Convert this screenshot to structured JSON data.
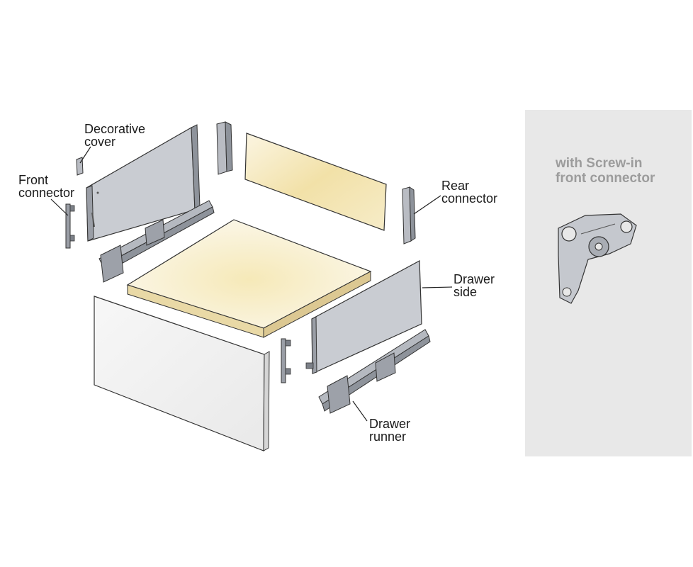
{
  "labels": {
    "decorative_cover": [
      "Decorative",
      "cover"
    ],
    "front_connector": [
      "Front",
      "connector"
    ],
    "rear_connector": [
      "Rear",
      "connector"
    ],
    "drawer_side": [
      "Drawer",
      "side"
    ],
    "drawer_runner": [
      "Drawer",
      "runner"
    ]
  },
  "panel": {
    "caption": [
      "with Screw-in",
      "front connector"
    ]
  },
  "colors": {
    "metal": "#c9ccd2",
    "metal_dark": "#7c8088",
    "wood_panel": "#f3e7bd",
    "base_panel": "#f7f0d6",
    "front_panel": "#efefef",
    "outline": "#333333",
    "side_panel_bg": "#e8e8e8",
    "caption": "#9c9c9c"
  }
}
